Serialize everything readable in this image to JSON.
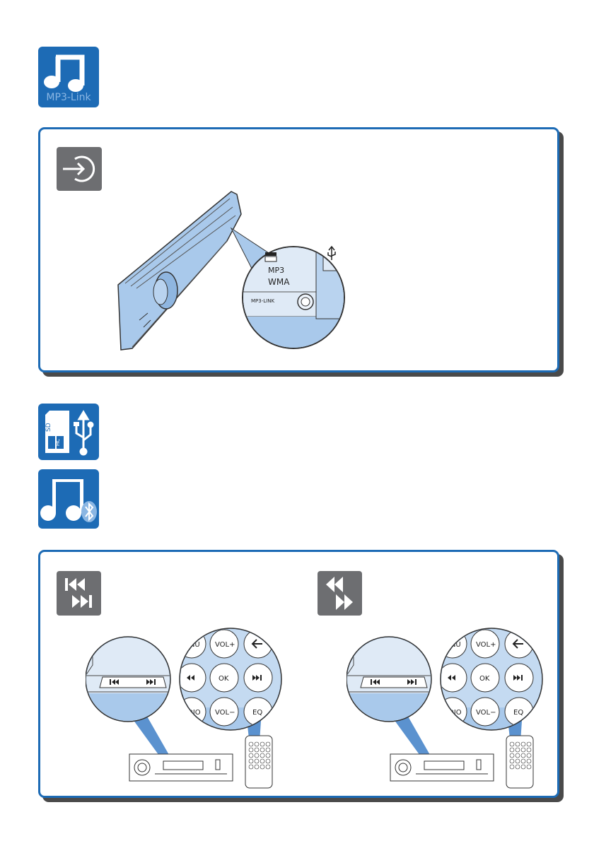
{
  "icons": {
    "mp3_link_label": "MP3-Link",
    "sdhc_label_top": "SD",
    "sdhc_label_bottom": "HC"
  },
  "device_callout": {
    "mp3": "MP3",
    "wma": "WMA",
    "mp3_link": "MP3-LINK"
  },
  "remote_callout": {
    "menu": "MENU",
    "vol_plus": "VOL+",
    "ok": "OK",
    "audio": "AUDIO",
    "vol_minus": "VOL−",
    "eq": "EQ"
  },
  "colors": {
    "brand_blue": "#1d6bb5",
    "grey_tile": "#6d6e71",
    "device_blue": "#a9c9eb"
  }
}
